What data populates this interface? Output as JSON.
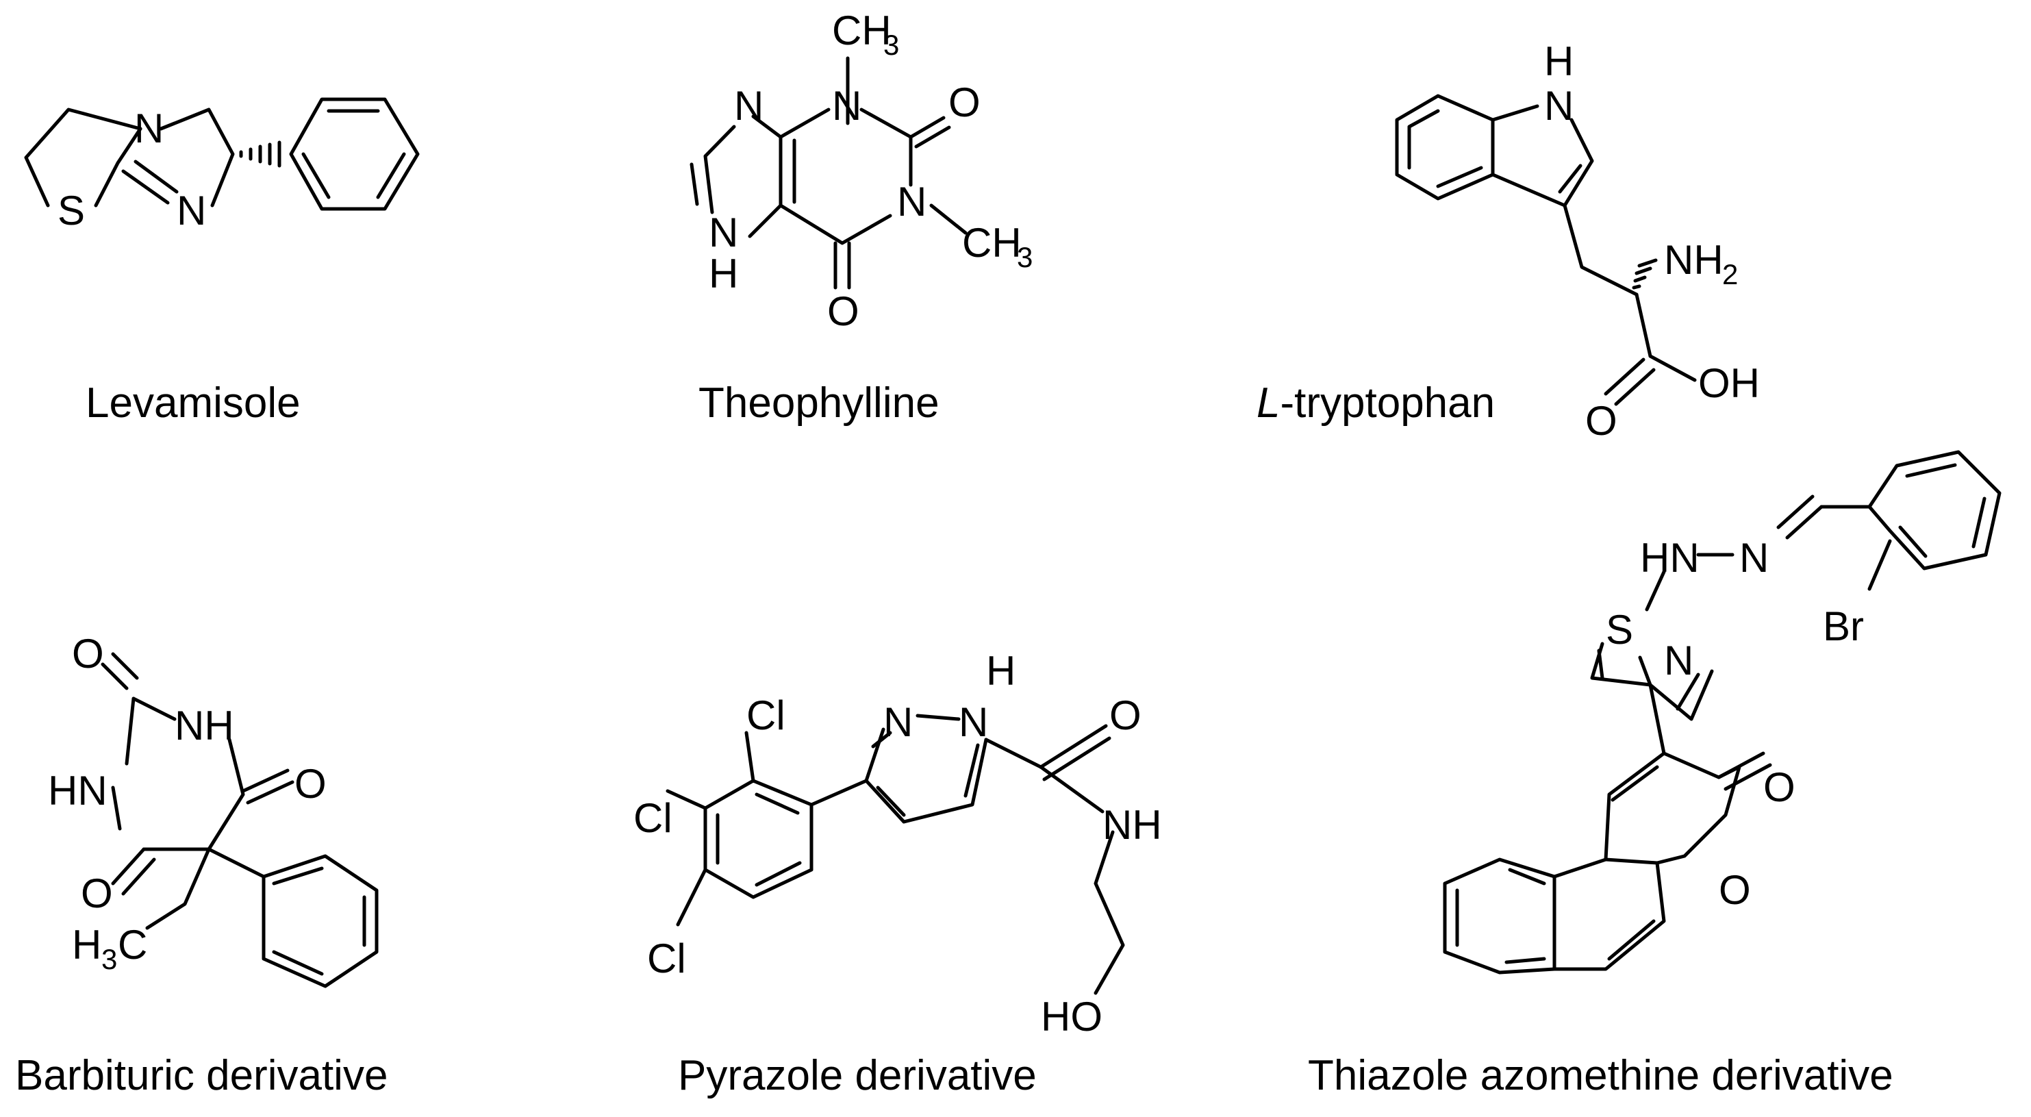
{
  "compounds": [
    {
      "id": "levamisole",
      "name": "Levamisole"
    },
    {
      "id": "theophylline",
      "name": "Theophylline"
    },
    {
      "id": "tryptophan",
      "name_prefix": "L",
      "name_rest": "-tryptophan"
    },
    {
      "id": "barbituric",
      "name": "Barbituric derivative"
    },
    {
      "id": "pyrazole",
      "name": "Pyrazole derivative"
    },
    {
      "id": "thiazole",
      "name": "Thiazole azomethine derivative"
    }
  ],
  "atoms": {
    "N": "N",
    "S": "S",
    "O": "O",
    "H": "H",
    "NH": "NH",
    "HN": "HN",
    "CH3": "CH",
    "sub3": "3",
    "H3C_H": "H",
    "H3C_C": "C",
    "NH2": "NH",
    "sub2": "2",
    "OH": "OH",
    "HO": "HO",
    "Cl": "Cl",
    "Br": "Br",
    "HN_N": "HN",
    "N_dash": "N"
  }
}
